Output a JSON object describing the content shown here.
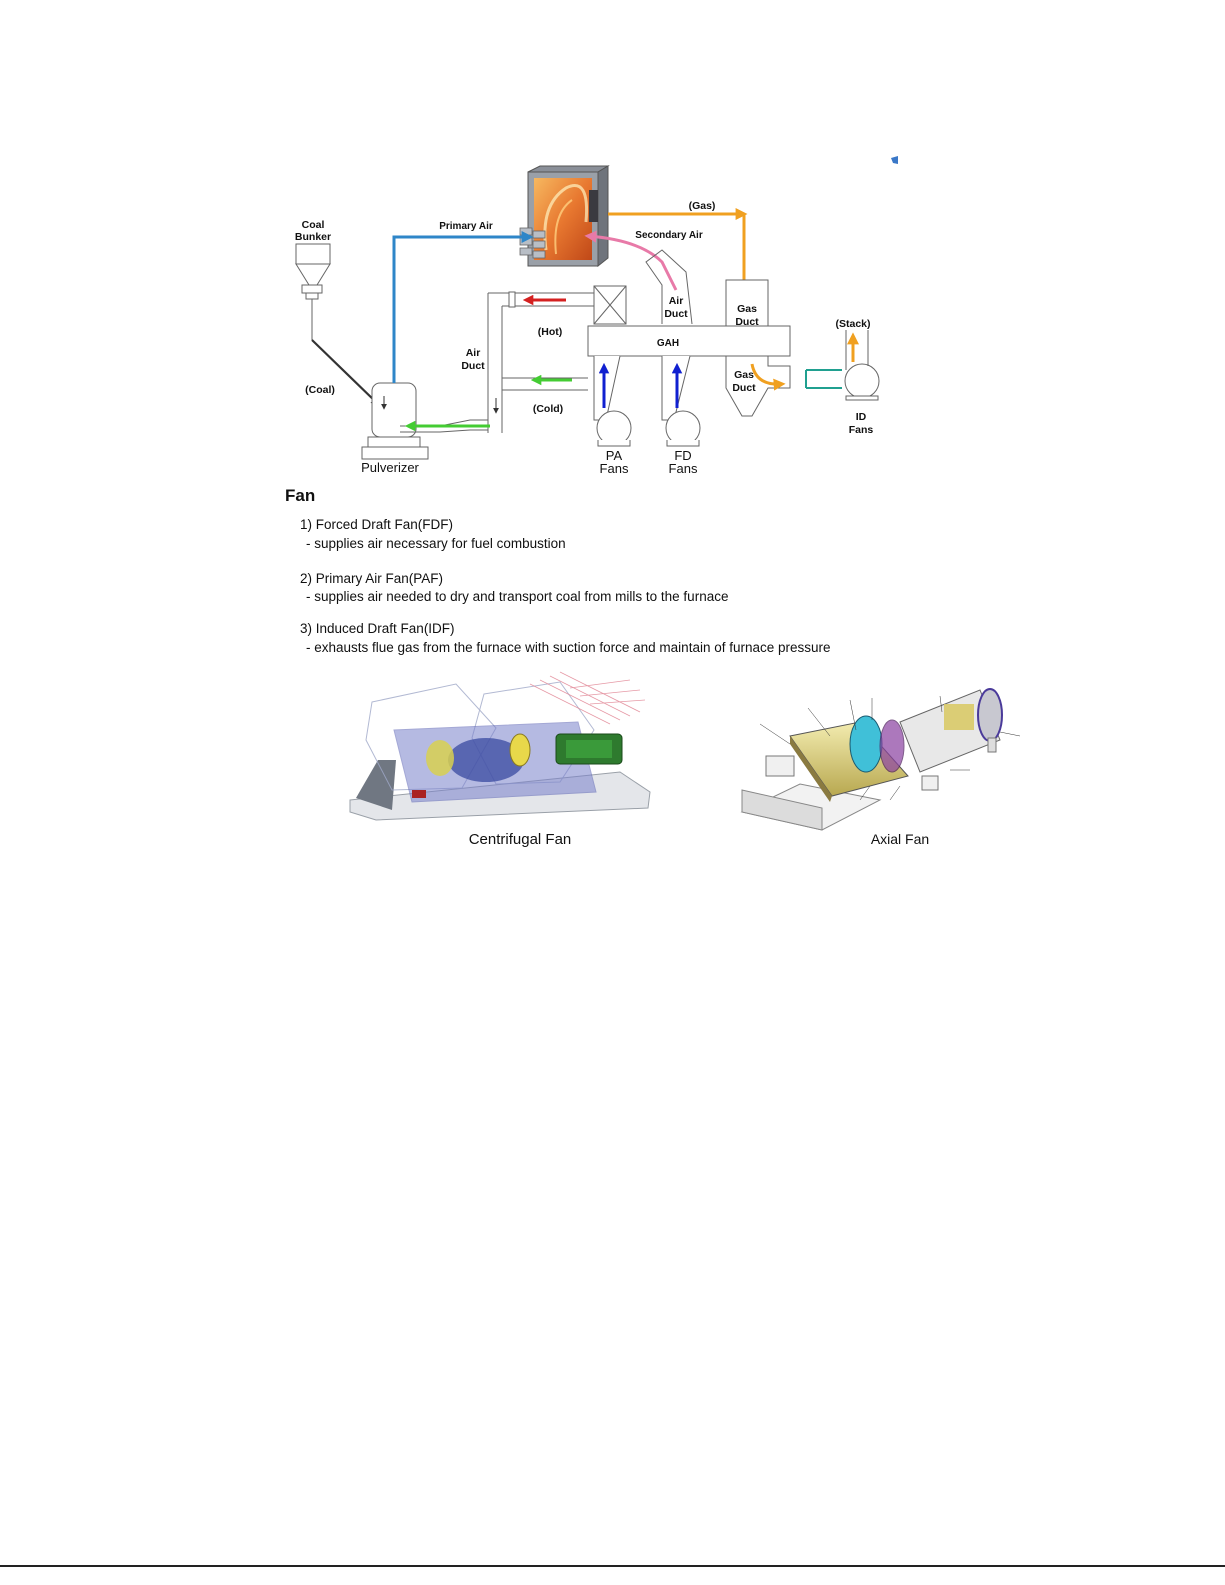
{
  "diagram": {
    "labels": {
      "coal_bunker_l1": "Coal",
      "coal_bunker_l2": "Bunker",
      "primary_air": "Primary Air",
      "gas": "(Gas)",
      "secondary_air": "Secondary Air",
      "air_duct_right_l1": "Air",
      "air_duct_right_l2": "Duct",
      "gas_duct_top_l1": "Gas",
      "gas_duct_top_l2": "Duct",
      "stack": "(Stack)",
      "hot": "(Hot)",
      "gah": "GAH",
      "air_duct_left_l1": "Air",
      "air_duct_left_l2": "Duct",
      "coal": "(Coal)",
      "cold": "(Cold)",
      "gas_duct_bottom_l1": "Gas",
      "gas_duct_bottom_l2": "Duct",
      "id_fans_l1": "ID",
      "id_fans_l2": "Fans",
      "pulverizer": "Pulverizer",
      "pa_fans_l1": "PA",
      "pa_fans_l2": "Fans",
      "fd_fans_l1": "FD",
      "fd_fans_l2": "Fans"
    },
    "colors": {
      "primary_air": "#2e86c8",
      "gas": "#f0a020",
      "secondary_air": "#e87aa8",
      "hot": "#d42020",
      "cold": "#44cc33",
      "fan_flow": "#1020d0",
      "coal": "#333333",
      "id_link": "#20a090"
    }
  },
  "section": {
    "title": "Fan",
    "items": [
      {
        "title": "1) Forced Draft Fan(FDF)",
        "desc": "-  supplies air necessary for fuel combustion"
      },
      {
        "title": "2) Primary Air Fan(PAF)",
        "desc": "-  supplies air needed to dry and transport coal  from mills to the furnace"
      },
      {
        "title": "3) Induced Draft Fan(IDF)",
        "desc": "-  exhausts flue gas from the furnace with suction force and maintain of furnace pressure"
      }
    ]
  },
  "images": {
    "centrifugal_caption": "Centrifugal Fan",
    "axial_caption": "Axial Fan"
  }
}
